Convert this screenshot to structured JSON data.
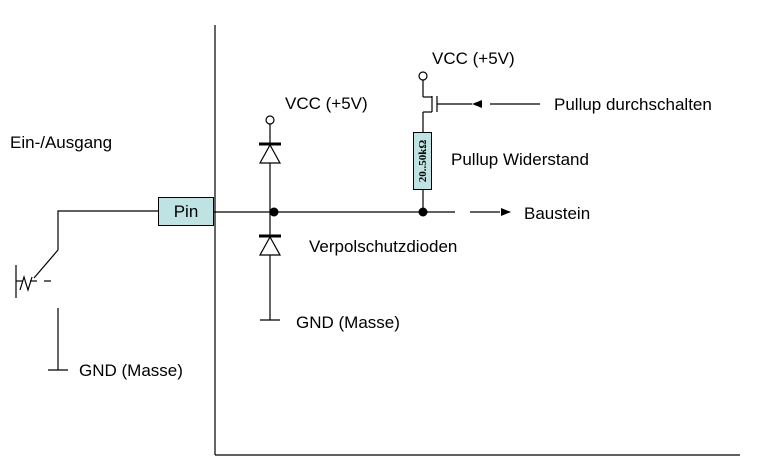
{
  "labels": {
    "io": "Ein-/Ausgang",
    "pin": "Pin",
    "vcc_diode": "VCC (+5V)",
    "vcc_pullup": "VCC (+5V)",
    "pullup_switch": "Pullup durchschalten",
    "pullup_resistor": "Pullup Widerstand",
    "resistor_value": "20..50kΩ",
    "module": "Baustein",
    "protection_diodes": "Verpolschutzdioden",
    "gnd_diode": "GND (Masse)",
    "gnd_switch": "GND (Masse)"
  }
}
